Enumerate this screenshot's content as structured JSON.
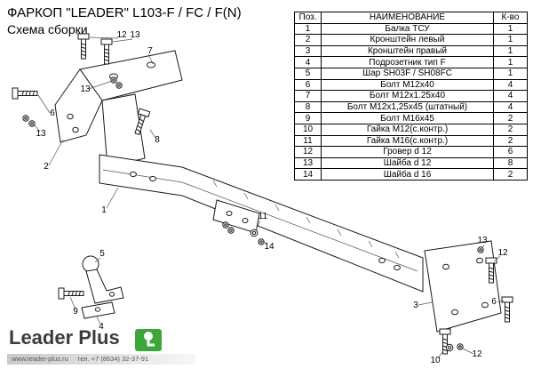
{
  "header": {
    "title": "ФАРКОП \"LEADER\" L103-F / FC / F(N)",
    "subtitle": "Схема сборки"
  },
  "parts_table": {
    "headers": {
      "pos": "Поз.",
      "name": "НАИМЕНОВАНИЕ",
      "qty": "К-во"
    },
    "rows": [
      {
        "pos": "1",
        "name": "Балка ТСУ",
        "qty": "1"
      },
      {
        "pos": "2",
        "name": "Кронштейн левый",
        "qty": "1"
      },
      {
        "pos": "3",
        "name": "Кронштейн правый",
        "qty": "1"
      },
      {
        "pos": "4",
        "name": "Подрозетник тип F",
        "qty": "1"
      },
      {
        "pos": "5",
        "name": "Шар SH03F / SH08FC",
        "qty": "1"
      },
      {
        "pos": "6",
        "name": "Болт М12х40",
        "qty": "4"
      },
      {
        "pos": "7",
        "name": "Болт М12х1.25х40",
        "qty": "4"
      },
      {
        "pos": "8",
        "name": "Болт М12х1,25х45 (штатный)",
        "qty": "4"
      },
      {
        "pos": "9",
        "name": "Болт М16х45",
        "qty": "2"
      },
      {
        "pos": "10",
        "name": "Гайка М12(с.контр.)",
        "qty": "2"
      },
      {
        "pos": "11",
        "name": "Гайка М16(с.контр.)",
        "qty": "2"
      },
      {
        "pos": "12",
        "name": "Гровер d 12",
        "qty": "6"
      },
      {
        "pos": "13",
        "name": "Шайба d 12",
        "qty": "8"
      },
      {
        "pos": "14",
        "name": "Шайба d 16",
        "qty": "2"
      }
    ]
  },
  "callouts": {
    "n1": "1",
    "n2": "2",
    "n3": "3",
    "n4": "4",
    "n5": "5",
    "n6": "6",
    "n7": "7",
    "n8": "8",
    "n9": "9",
    "n10": "10",
    "n11": "11",
    "n12": "12",
    "n13": "13",
    "n14": "14"
  },
  "footer": {
    "brand": "Leader Plus",
    "website": "www.leader-plus.ru",
    "phone": "тел. +7 (8634) 32-37-91"
  }
}
